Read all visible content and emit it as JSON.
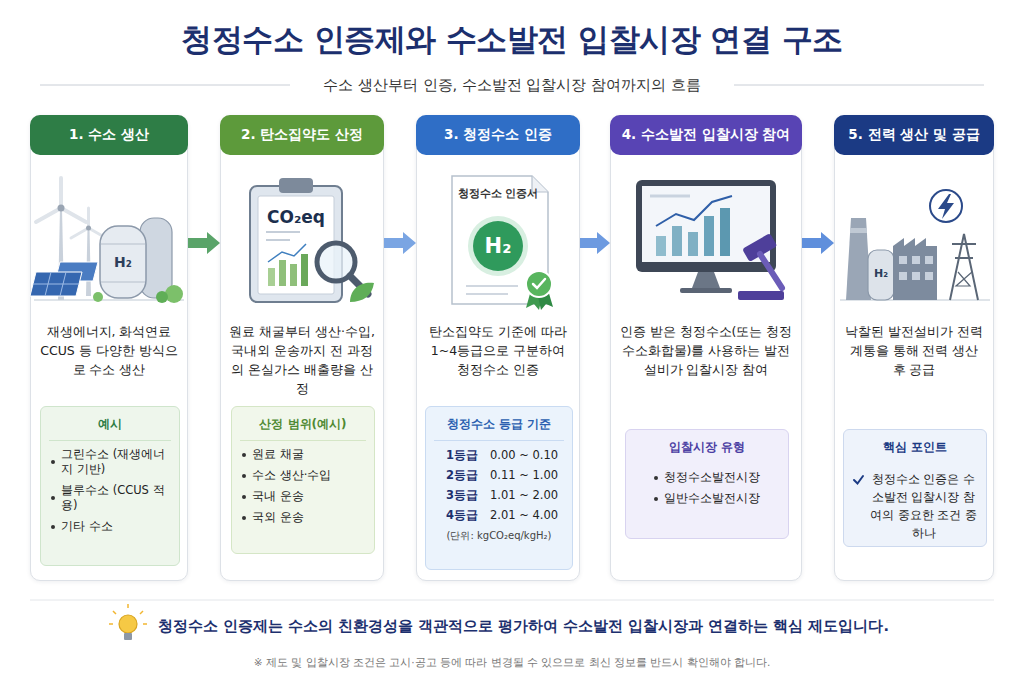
{
  "diagram": {
    "title": "청정수소 인증제와 수소발전 입찰시장 연결 구조",
    "nodes": [
      {
        "text": [
          "재생에너지, 화석연료 CCUS 등 다양한 방식으로 수소 생산"
        ]
      },
      {
        "text": [
          "1. 수소 생산"
        ],
        "in": 0
      },
      {
        "text": [
          "예시",
          "그린수소 (재생에너지 기반)",
          "블루수소 (CCUS 적용)",
          "기타 수소"
        ],
        "in": 0
      },
      {
        "text": [
          "원료 채굴부터 생산·수입, 국내외 운송까지 전 과정의 온실가스 배출량을 산정"
        ]
      },
      {
        "text": [
          "2. 탄소집약도 산정"
        ],
        "in": 3
      },
      {
        "text": [
          "산정 범위(예시)",
          "원료 채굴",
          "수소 생산·수입",
          "국내 운송",
          "국외 운송"
        ],
        "in": 3
      },
      {
        "text": [
          "탄소집약도 기준에 따라 1~4등급으로 구분하여 청정수소 인증"
        ]
      },
      {
        "text": [
          "3. 청정수소 인증"
        ],
        "in": 6
      },
      {
        "text": [
          "청정수소 등급 기준",
          "1등급",
          "0.00 ~ 0.10",
          "2등급",
          "0.11 ~ 1.00",
          "3등급",
          "1.01 ~ 2.00",
          "4등급",
          "2.01 ~ 4.00",
          "(단위: kgCO₂eq/kgH₂)"
        ],
        "in": 6
      },
      {
        "text": [
          "인증 받은 청정수소(또는 청정수소화합물)를 사용하는 발전설비가 입찰시장 참여"
        ]
      },
      {
        "text": [
          "4. 수소발전 입찰시장 참여"
        ],
        "in": 9
      },
      {
        "text": [
          "입찰시장 유형",
          "청정수소발전시장",
          "일반수소발전시장"
        ],
        "in": 9
      },
      {
        "text": [
          "낙찰된 발전설비가 전력계통을 통해 전력 생산 후 공급"
        ]
      },
      {
        "text": [
          "5. 전력 생산 및 공급"
        ],
        "in": 12
      },
      {
        "text": [
          "핵심 포인트",
          "청정수소 인증은 수소발전 입찰시장 참여의 중요한 조건 중 하나"
        ],
        "in": 12
      }
    ],
    "edges": [
      {
        "from": 0,
        "to": 3,
        "arrow": "to"
      },
      {
        "from": 3,
        "to": 6,
        "arrow": "to"
      },
      {
        "from": 6,
        "to": 9,
        "arrow": "to"
      },
      {
        "from": 9,
        "to": 12,
        "arrow": "to"
      }
    ],
    "labels": [
      "수소 생산부터 인증, 수소발전 입찰시장 참여까지의 흐름",
      "H₂",
      "CO₂eq",
      "청정수소 인증서",
      "H₂",
      "H₂",
      "청정수소 인증제는 수소의 친환경성을 객관적으로 평가하여 수소발전 입찰시장과 연결하는 핵심 제도입니다.",
      "※ 제도 및 입찰시장 조건은 고시·공고 등에 따라 변경될 수 있으므로 최신 정보를 반드시 확인해야 합니다."
    ]
  }
}
